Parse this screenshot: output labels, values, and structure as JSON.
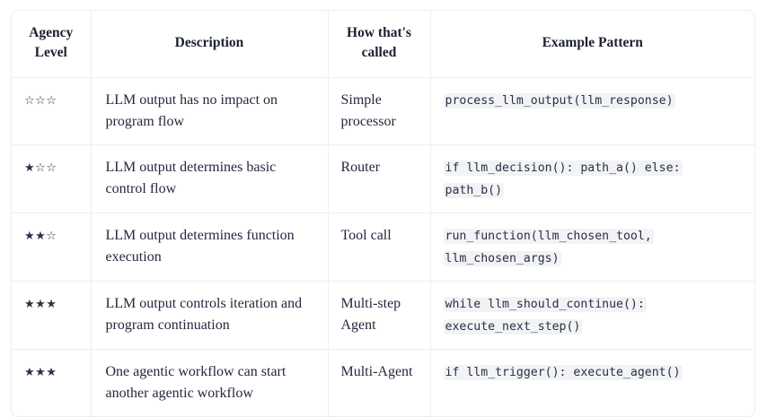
{
  "table": {
    "columns": [
      {
        "key": "level",
        "label": "Agency Level"
      },
      {
        "key": "desc",
        "label": "Description"
      },
      {
        "key": "called",
        "label": "How that's called"
      },
      {
        "key": "code",
        "label": "Example Pattern"
      }
    ],
    "rows": [
      {
        "stars": "☆☆☆",
        "stars_filled": 0,
        "stars_total": 3,
        "description": "LLM output has no impact on program flow",
        "called": "Simple processor",
        "code": "process_llm_output(llm_response)"
      },
      {
        "stars": "★☆☆",
        "stars_filled": 1,
        "stars_total": 3,
        "description": "LLM output determines basic control flow",
        "called": "Router",
        "code": "if llm_decision(): path_a() else: path_b()"
      },
      {
        "stars": "★★☆",
        "stars_filled": 2,
        "stars_total": 3,
        "description": "LLM output determines function execution",
        "called": "Tool call",
        "code": "run_function(llm_chosen_tool, llm_chosen_args)"
      },
      {
        "stars": "★★★",
        "stars_filled": 3,
        "stars_total": 3,
        "description": "LLM output controls iteration and program continuation",
        "called": "Multi-step Agent",
        "code": "while llm_should_continue(): execute_next_step()"
      },
      {
        "stars": "★★★",
        "stars_filled": 3,
        "stars_total": 3,
        "description": "One agentic workflow can start another agentic workflow",
        "called": "Multi-Agent",
        "code": "if llm_trigger(): execute_agent()"
      }
    ]
  },
  "colors": {
    "border": "#eceef1",
    "header_text": "#1b2033",
    "body_text": "#23283c",
    "code_text": "#2a2f45",
    "code_background": "#f2f3f5",
    "page_background": "#ffffff"
  }
}
